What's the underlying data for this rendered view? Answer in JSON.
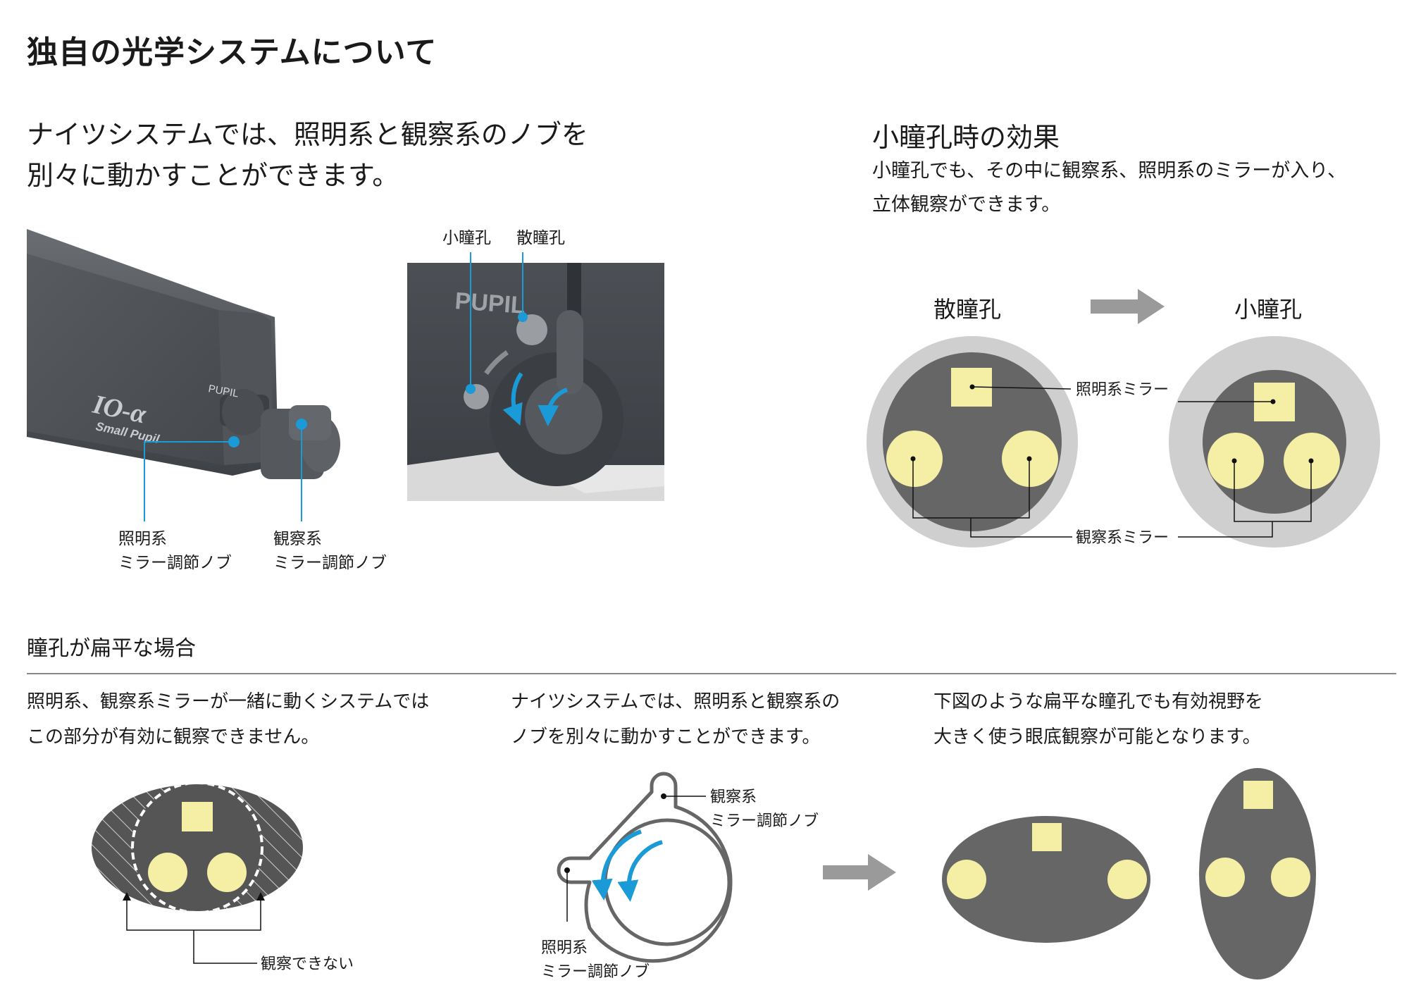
{
  "title": "独自の光学システムについて",
  "intro": {
    "line1": "ナイツシステムでは、照明系と観察系のノブを",
    "line2": "別々に動かすことができます。"
  },
  "photo1": {
    "brand": "IO-α",
    "brand_sub": "Small Pupil",
    "pupil_mark": "PUPIL",
    "label_illum_1": "照明系",
    "label_illum_2": "ミラー調節ノブ",
    "label_obs_1": "観察系",
    "label_obs_2": "ミラー調節ノブ"
  },
  "photo2": {
    "pupil_mark": "PUPIL",
    "label_small": "小瞳孔",
    "label_dilated": "散瞳孔"
  },
  "small_pupil": {
    "heading": "小瞳孔時の効果",
    "desc1": "小瞳孔でも、その中に観察系、照明系のミラーが入り、",
    "desc2": "立体観察ができます。",
    "dilated_label": "散瞳孔",
    "small_label": "小瞳孔",
    "illum_mirror": "照明系ミラー",
    "obs_mirror": "観察系ミラー"
  },
  "flat_pupil": {
    "heading": "瞳孔が扁平な場合",
    "col1_line1": "照明系、観察系ミラーが一緒に動くシステムでは",
    "col1_line2": "この部分が有効に観察できません。",
    "col1_callout": "観察できない",
    "col2_line1": "ナイツシステムでは、照明系と観察系の",
    "col2_line2": "ノブを別々に動かすことができます。",
    "col2_obs_1": "観察系",
    "col2_obs_2": "ミラー調節ノブ",
    "col2_illum_1": "照明系",
    "col2_illum_2": "ミラー調節ノブ",
    "col3_line1": "下図のような扁平な瞳孔でも有効視野を",
    "col3_line2": "大きく使う眼底観察が可能となります。"
  },
  "colors": {
    "accent_blue": "#1a9ad6",
    "mirror_yellow": "#f5eea5",
    "pupil_dark": "#666666",
    "iris_light": "#cfcfcf",
    "arrow_gray": "#9a9a9a"
  }
}
